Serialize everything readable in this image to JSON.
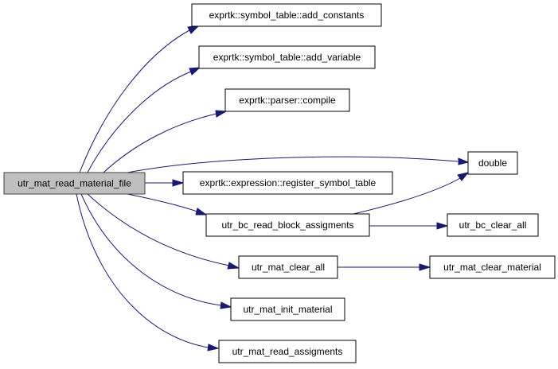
{
  "diagram": {
    "type": "call-graph",
    "edge_color": "#191970",
    "root_fill": "#bfbfbf",
    "nodes": {
      "root": {
        "label": "utr_mat_read_material_file"
      },
      "add_constants": {
        "label": "exprtk::symbol_table::add_constants"
      },
      "add_variable": {
        "label": "exprtk::symbol_table::add_variable"
      },
      "compile": {
        "label": "exprtk::parser::compile"
      },
      "double": {
        "label": "double"
      },
      "register": {
        "label": "exprtk::expression::register_symbol_table"
      },
      "bc_read": {
        "label": "utr_bc_read_block_assigments"
      },
      "bc_clear": {
        "label": "utr_bc_clear_all"
      },
      "mat_clear_all": {
        "label": "utr_mat_clear_all"
      },
      "mat_clear_material": {
        "label": "utr_mat_clear_material"
      },
      "mat_init": {
        "label": "utr_mat_init_material"
      },
      "mat_read_assig": {
        "label": "utr_mat_read_assigments"
      }
    }
  }
}
